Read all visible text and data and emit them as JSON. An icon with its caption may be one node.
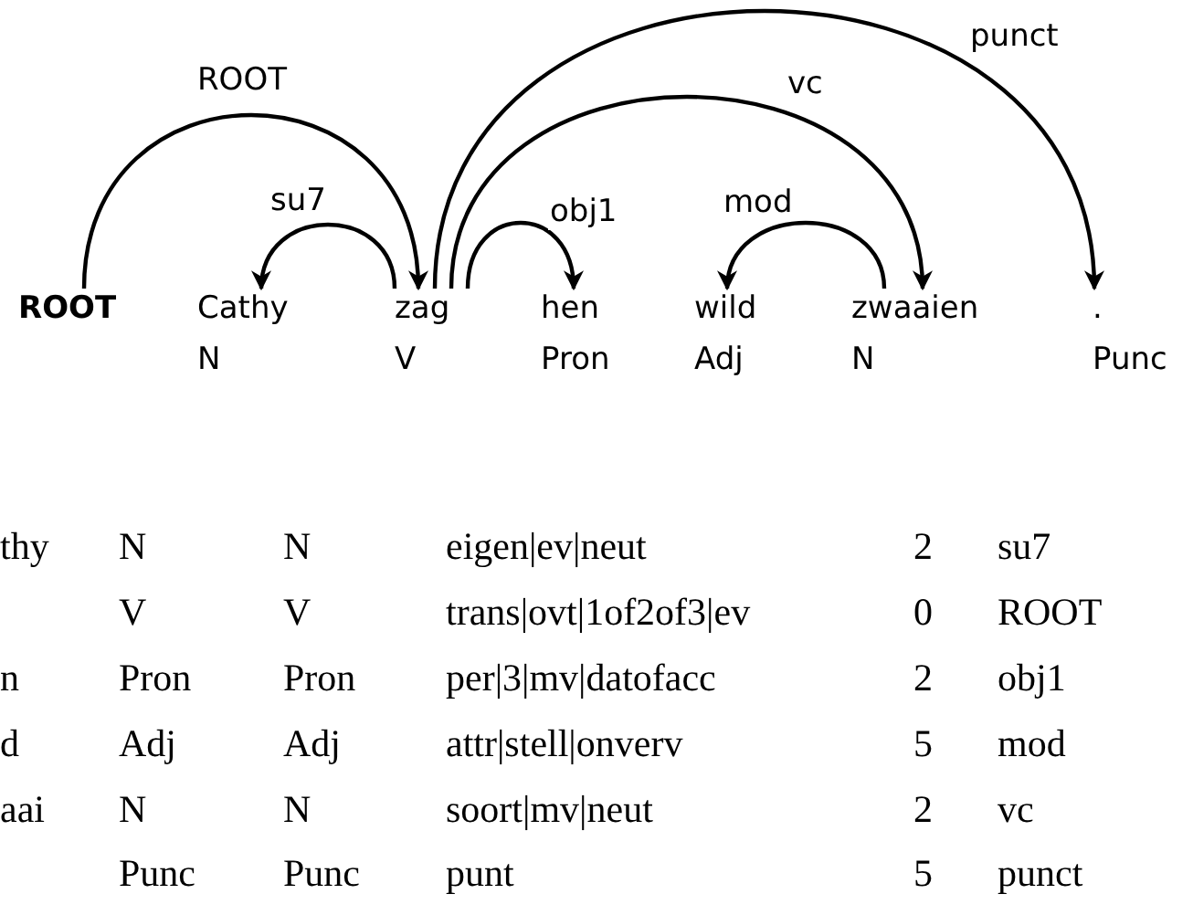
{
  "diagram": {
    "nodes": [
      {
        "text": [
          "ROOT"
        ]
      },
      {
        "text": [
          "Cathy",
          "N"
        ]
      },
      {
        "text": [
          "zag",
          "V"
        ]
      },
      {
        "text": [
          "hen",
          "Pron"
        ]
      },
      {
        "text": [
          "wild",
          "Adj"
        ]
      },
      {
        "text": [
          "zwaaien",
          "N"
        ]
      },
      {
        "text": [
          ".",
          "Punc"
        ]
      }
    ],
    "edges": [
      {
        "from": 0,
        "to": 2,
        "arrow": "to",
        "label": "ROOT"
      },
      {
        "from": 2,
        "to": 1,
        "arrow": "to",
        "label": "su7"
      },
      {
        "from": 2,
        "to": 3,
        "arrow": "to",
        "label": "obj1"
      },
      {
        "from": 5,
        "to": 4,
        "arrow": "to",
        "label": "mod"
      },
      {
        "from": 2,
        "to": 5,
        "arrow": "to",
        "label": "vc"
      },
      {
        "from": 2,
        "to": 6,
        "arrow": "to",
        "label": "punct"
      }
    ],
    "labels": [
      "thy",
      "N",
      "N",
      "eigen|ev|neut",
      "2",
      "su7",
      "V",
      "V",
      "trans|ovt|1of2of3|ev",
      "0",
      "ROOT",
      "n",
      "Pron",
      "Pron",
      "per|3|mv|datofacc",
      "2",
      "obj1",
      "d",
      "Adj",
      "Adj",
      "attr|stell|onverv",
      "5",
      "mod",
      "aai",
      "N",
      "N",
      "soort|mv|neut",
      "2",
      "vc",
      "Punc",
      "Punc",
      "punt",
      "5",
      "punct"
    ]
  }
}
